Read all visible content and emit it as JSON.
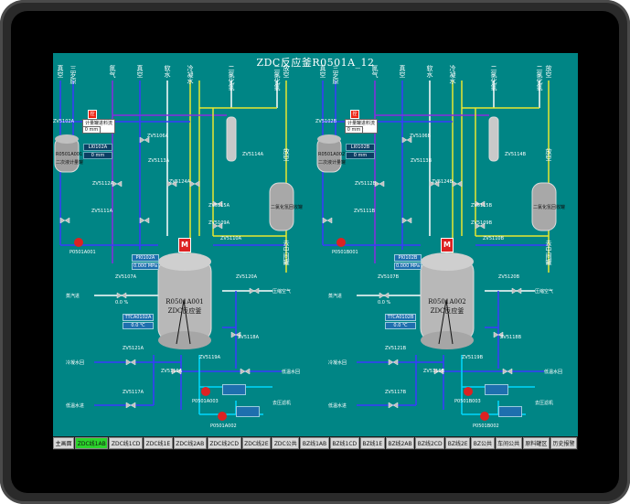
{
  "screen": {
    "title": "ZDC反应釜R0501A_12"
  },
  "left_unit": {
    "inputs": [
      "真空",
      "三岁原",
      "氮气",
      "真空",
      "软水",
      "冷凝水",
      "二氯化氢",
      "二氯化氢",
      "放空"
    ],
    "tank1": "R0501A001",
    "tank1_sub": "二次液计量罐",
    "tank1_ctl": "控",
    "tank1_ctl_text": "计量罐进料流量",
    "tank1_ctl_value": "0 mm",
    "li_box": "LI0102A",
    "li_value": "0 mm",
    "reactor_line1": "R0501A001",
    "reactor_line2": "ZDC反应釜",
    "receiver": "二氯化氢回收罐",
    "pump1": "P0501A001",
    "pump2": "P0501A002",
    "pump3": "P0501A003",
    "pi_tag": "PI0102A",
    "pi_value": "0.000 MPa",
    "tt_tag": "TTCA0102A",
    "tt_value": "0.0 ℃",
    "flow_value": "0.0 %",
    "left_side": [
      "蒸汽进",
      "冷凝水回",
      "低温水进"
    ],
    "right_side": [
      "压缩空气",
      "低温水回",
      "去压滤机"
    ],
    "valves": [
      "ZV5102A",
      "ZV5106A",
      "ZV5113A",
      "ZV5124A",
      "ZV5112A",
      "ZV5111A",
      "ZV5115A",
      "ZV5109A",
      "ZV5114A",
      "ZV5110A",
      "ZV5107A",
      "ZV5120A",
      "ZV5121A",
      "ZV5119A",
      "ZV5116A",
      "ZV5117A",
      "ZV5118A"
    ],
    "vent": "放空",
    "to_tank": "去中间罐"
  },
  "right_unit": {
    "inputs": [
      "真空",
      "三岁原",
      "氮气",
      "真空",
      "软水",
      "冷凝水",
      "二氯化氢",
      "二氯化氢",
      "放空"
    ],
    "tank1": "R0501A002",
    "tank1_sub": "二次液计量罐",
    "tank1_ctl": "控",
    "tank1_ctl_text": "计量罐进料流量",
    "tank1_ctl_value": "0 mm",
    "li_box": "LI0102B",
    "li_value": "0 mm",
    "reactor_line1": "R0501A002",
    "reactor_line2": "ZDC反应釜",
    "receiver": "二氯化氢回收罐",
    "pump1": "P0501B001",
    "pump2": "P0501B002",
    "pump3": "P0501B003",
    "pi_tag": "PI0102B",
    "pi_value": "0.000 MPa",
    "tt_tag": "TTCA0102B",
    "tt_value": "0.0 ℃",
    "flow_value": "0.0 %",
    "left_side": [
      "蒸汽进",
      "冷凝水回",
      "低温水进"
    ],
    "right_side": [
      "压缩空气",
      "低温水回",
      "去压滤机"
    ],
    "valves": [
      "ZV5102B",
      "ZV5106B",
      "ZV5113B",
      "ZV5124B",
      "ZV5112B",
      "ZV5111B",
      "ZV5115B",
      "ZV5109B",
      "ZV5114B",
      "ZV5110B",
      "ZV5107B",
      "ZV5120B",
      "ZV5121B",
      "ZV5119B",
      "ZV5116B",
      "ZV5117B",
      "ZV5118B"
    ],
    "vent": "放空",
    "to_tank": "去中间罐"
  },
  "tabs": [
    {
      "label": "主画面",
      "active": false
    },
    {
      "label": "ZDC线1AB",
      "active": true
    },
    {
      "label": "ZDC线1CD",
      "active": false
    },
    {
      "label": "ZDC线1E",
      "active": false
    },
    {
      "label": "ZDC线2AB",
      "active": false
    },
    {
      "label": "ZDC线2CD",
      "active": false
    },
    {
      "label": "ZDC线2E",
      "active": false
    },
    {
      "label": "ZDC公共",
      "active": false
    },
    {
      "label": "BZ线1AB",
      "active": false
    },
    {
      "label": "BZ线1CD",
      "active": false
    },
    {
      "label": "BZ线1E",
      "active": false
    },
    {
      "label": "BZ线2AB",
      "active": false
    },
    {
      "label": "BZ线2CD",
      "active": false
    },
    {
      "label": "BZ线2E",
      "active": false
    },
    {
      "label": "BZ公共",
      "active": false
    },
    {
      "label": "车间公共",
      "active": false
    },
    {
      "label": "原料罐区",
      "active": false
    },
    {
      "label": "历史报警",
      "active": false
    }
  ],
  "colors": {
    "background": "#008585",
    "pipe_blue": "#3a3aff",
    "pipe_purple": "#8a2be2",
    "pipe_yellow": "#e8e830",
    "pipe_white": "#ffffff",
    "pipe_cyan": "#00d8ff",
    "tab_active": "#2bd42b",
    "motor_red": "#d22222"
  }
}
